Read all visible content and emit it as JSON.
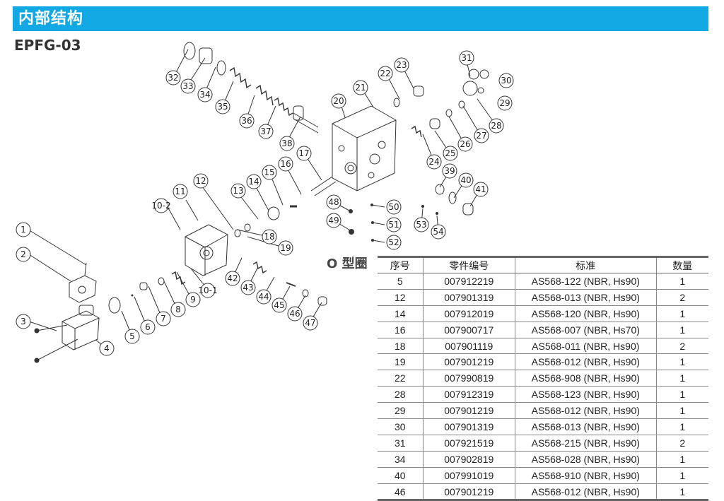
{
  "header": {
    "title": "内部结构"
  },
  "model": "EPFG-03",
  "oring_title": "O 型圈",
  "table": {
    "headers": [
      "序号",
      "零件编号",
      "标准",
      "数量"
    ],
    "rows": [
      [
        "5",
        "007912219",
        "AS568-122 (NBR, Hs90)",
        "1"
      ],
      [
        "12",
        "007901319",
        "AS568-013 (NBR, Hs90)",
        "2"
      ],
      [
        "14",
        "007912019",
        "AS568-120 (NBR, Hs90)",
        "1"
      ],
      [
        "16",
        "007900717",
        "AS568-007 (NBR, Hs70)",
        "1"
      ],
      [
        "18",
        "007901119",
        "AS568-011 (NBR, Hs90)",
        "2"
      ],
      [
        "19",
        "007901219",
        "AS568-012 (NBR, Hs90)",
        "1"
      ],
      [
        "22",
        "007990819",
        "AS568-908 (NBR, Hs90)",
        "1"
      ],
      [
        "28",
        "007912319",
        "AS568-123 (NBR, Hs90)",
        "1"
      ],
      [
        "29",
        "007901219",
        "AS568-012 (NBR, Hs90)",
        "1"
      ],
      [
        "30",
        "007901319",
        "AS568-013 (NBR, Hs90)",
        "1"
      ],
      [
        "31",
        "007921519",
        "AS568-215 (NBR, Hs90)",
        "2"
      ],
      [
        "34",
        "007902819",
        "AS568-028 (NBR, Hs90)",
        "1"
      ],
      [
        "40",
        "007991019",
        "AS568-910 (NBR, Hs90)",
        "1"
      ],
      [
        "46",
        "007901219",
        "AS568-012 (NBR, Hs90)",
        "1"
      ]
    ]
  },
  "callouts": [
    "1",
    "2",
    "3",
    "4",
    "5",
    "6",
    "7",
    "8",
    "9",
    "10-1",
    "10-2",
    "11",
    "12",
    "13",
    "14",
    "15",
    "16",
    "17",
    "18",
    "19",
    "20",
    "21",
    "22",
    "23",
    "24",
    "25",
    "26",
    "27",
    "28",
    "29",
    "30",
    "31",
    "32",
    "33",
    "34",
    "35",
    "36",
    "37",
    "38",
    "39",
    "40",
    "41",
    "42",
    "43",
    "44",
    "45",
    "46",
    "47",
    "48",
    "49",
    "50",
    "51",
    "52",
    "53",
    "54"
  ]
}
